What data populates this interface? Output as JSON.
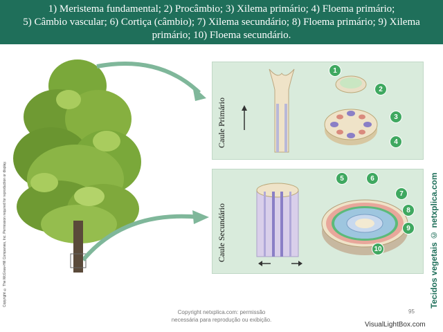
{
  "header": {
    "line1": "1) Meristema fundamental; 2) Procâmbio; 3) Xilema primário; 4) Floema primário;",
    "line2": "5) Câmbio vascular; 6) Cortiça (câmbio); 7) Xilema secundário; 8) Floema primário; 9) Xilema",
    "line3": "primário; 10) Floema secundário."
  },
  "figure": {
    "copyright_vertical": "Copyright © The McGraw-Hill Companies, Inc. Permission required for reproduction or display.",
    "watermark": "Tecidos vegetais © netxplica.com",
    "panel_primary": {
      "label": "Caule Primário",
      "badges": [
        "1",
        "2",
        "3",
        "4"
      ]
    },
    "panel_secondary": {
      "label": "Caule Secundário",
      "badges": [
        "5",
        "6",
        "7",
        "8",
        "9",
        "10"
      ]
    }
  },
  "footer": {
    "note_line1": "Copyright netxplica.com: permissão",
    "note_line2": "necessária para reprodução ou exibição.",
    "page_number": "95",
    "site_credit": "VisualLightBox.com"
  },
  "colors": {
    "header_bg": "#1f6f5a",
    "panel_bg": "#d9ebdc",
    "badge": "#3fa860",
    "tree_foliage": "#6f9a33",
    "arrow": "#7fb79a"
  }
}
